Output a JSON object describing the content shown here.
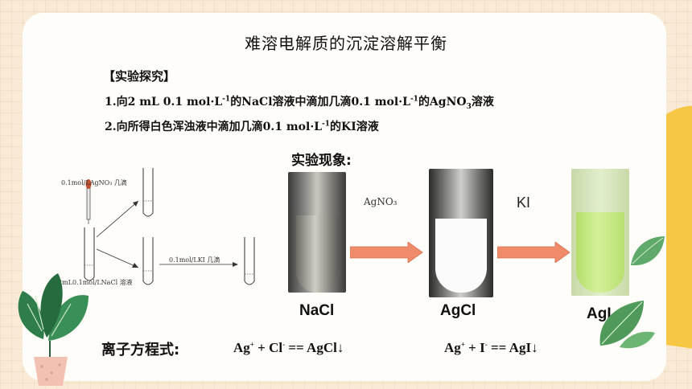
{
  "slide": {
    "title": "难溶电解质的沉淀溶解平衡",
    "section_label": "【实验探究】",
    "steps": [
      {
        "prefix": "1.向2 mL 0.1 mol·L",
        "sup1": "-1",
        "mid1": "的NaCl溶液中滴加几滴0.1 mol·L",
        "sup2": "-1",
        "mid2": "的AgNO",
        "sub": "3",
        "end": "溶液"
      },
      {
        "prefix": "2.向所得白色浑浊液中滴加几滴0.1 mol·L",
        "sup1": "-1",
        "end": "的KI溶液"
      }
    ],
    "diagram": {
      "top_label": "0.1mol/LAgNO₃ 几滴",
      "bottom_label": "2mL0.1mol/LNaCl 溶液",
      "ki_label": "0.1mol/LKI 几滴"
    },
    "observation_title": "实验现象:",
    "arrow1_label": "AgNO₃",
    "arrow2_label": "KI",
    "samples": [
      "NaCl",
      "AgCl",
      "AgI"
    ],
    "equation_title": "离子方程式:",
    "equation1": {
      "a": "Ag",
      "a_sup": "+",
      "b": " + Cl",
      "b_sup": "-",
      "c": " == AgCl↓"
    },
    "equation2": {
      "a": "Ag",
      "a_sup": "+",
      "b": " + I",
      "b_sup": "-",
      "c": " == AgI↓"
    }
  },
  "colors": {
    "background": "#f8ead4",
    "card": "#fffdf9",
    "accent_yellow": "#f6c744",
    "arrow": "#ef8a6a"
  }
}
